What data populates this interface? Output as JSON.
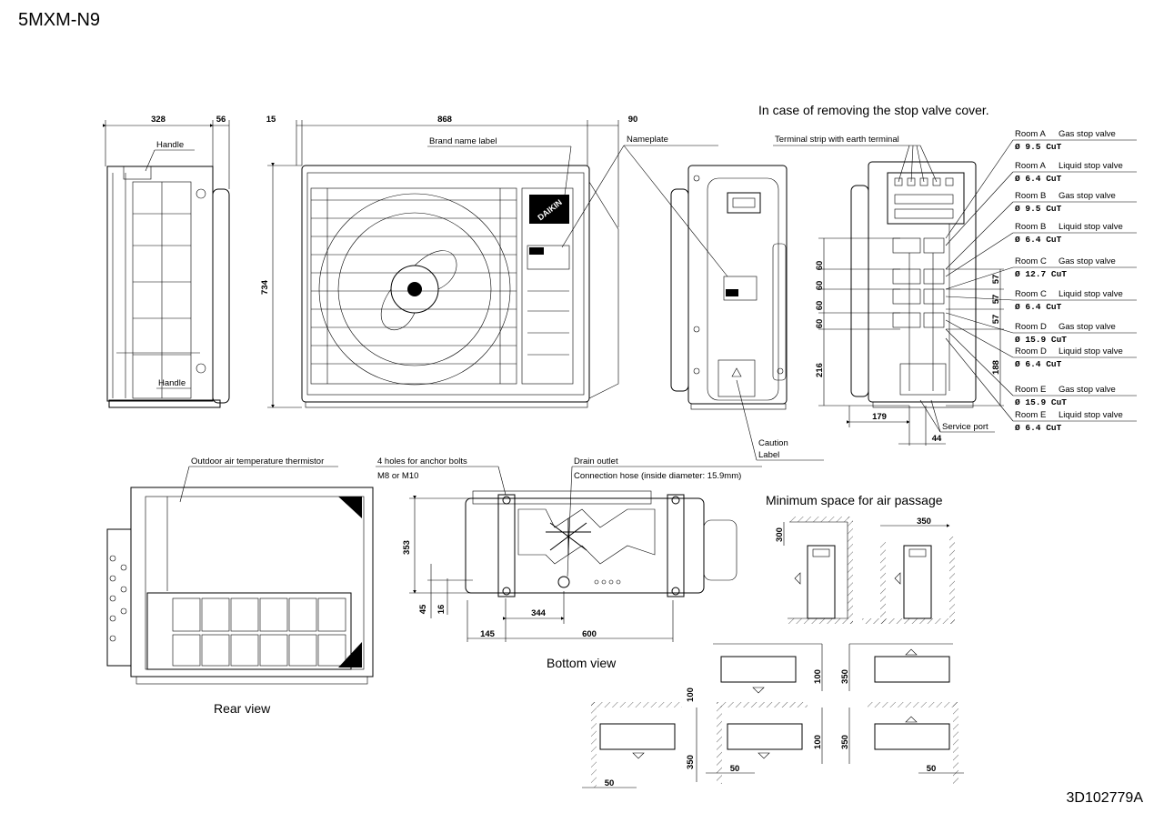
{
  "model": "5MXM-N9",
  "drawing_number": "3D102779A",
  "headings": {
    "stop_valve": "In case of removing the stop valve cover.",
    "min_space": "Minimum space for air passage",
    "rear_view": "Rear view",
    "bottom_view": "Bottom view"
  },
  "labels": {
    "handle": "Handle",
    "brand_name": "Brand name label",
    "nameplate": "Nameplate",
    "terminal_strip": "Terminal strip with earth terminal",
    "caution": "Caution",
    "caution_label": "Label",
    "thermistor": "Outdoor air temperature thermistor",
    "anchor_holes": "4 holes for anchor bolts",
    "anchor_size": "M8 or M10",
    "drain_outlet": "Drain outlet",
    "drain_hose": "Connection hose (inside diameter: 15.9mm)",
    "service_port": "Service port",
    "logo": "DAIKIN"
  },
  "valves": [
    {
      "room": "Room A",
      "type": "Gas stop valve",
      "size": "Ø 9.5 CuT"
    },
    {
      "room": "Room A",
      "type": "Liquid stop valve",
      "size": "Ø 6.4 CuT"
    },
    {
      "room": "Room B",
      "type": "Gas stop valve",
      "size": "Ø 9.5 CuT"
    },
    {
      "room": "Room B",
      "type": "Liquid stop valve",
      "size": "Ø 6.4 CuT"
    },
    {
      "room": "Room C",
      "type": "Gas stop valve",
      "size": "Ø 12.7 CuT"
    },
    {
      "room": "Room C",
      "type": "Liquid stop valve",
      "size": "Ø 6.4 CuT"
    },
    {
      "room": "Room D",
      "type": "Gas stop valve",
      "size": "Ø 15.9 CuT"
    },
    {
      "room": "Room D",
      "type": "Liquid stop valve",
      "size": "Ø 6.4 CuT"
    },
    {
      "room": "Room E",
      "type": "Gas stop valve",
      "size": "Ø 15.9 CuT"
    },
    {
      "room": "Room E",
      "type": "Liquid stop valve",
      "size": "Ø 6.4 CuT"
    }
  ],
  "dimensions": {
    "side_depth": "328",
    "side_offset": "56",
    "front_left": "15",
    "front_width": "868",
    "front_right": "90",
    "height": "734",
    "valve_pitch_a": "60",
    "valve_pitch_b": "60",
    "valve_pitch_c": "60",
    "valve_pitch_d": "60",
    "valve_base": "216",
    "valve_horizontal": "179",
    "service_port_offset": "44",
    "right_pitch_a": "57",
    "right_pitch_b": "57",
    "right_pitch_c": "57",
    "right_base": "188",
    "bottom_depth": "353",
    "bottom_45": "45",
    "bottom_16": "16",
    "bottom_344": "344",
    "bottom_145": "145",
    "bottom_600": "600",
    "clear_300": "300",
    "clear_350": "350",
    "clear_100": "100",
    "clear_50": "50"
  }
}
